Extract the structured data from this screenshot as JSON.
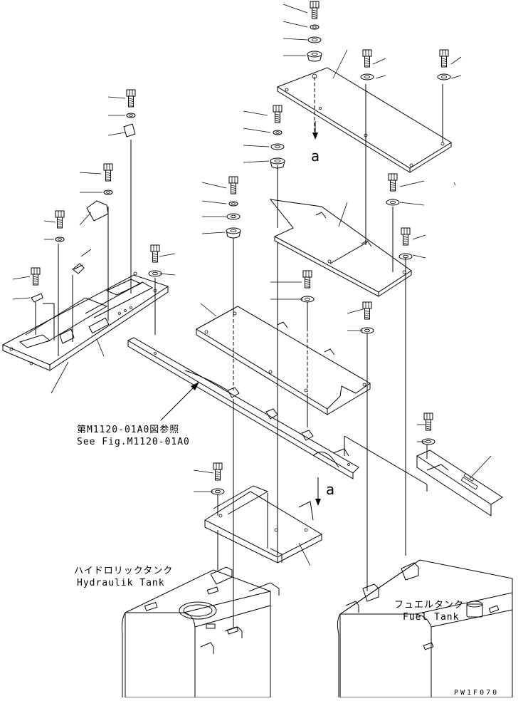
{
  "labels": {
    "ref_jp": "第M1120-01A0図参照",
    "ref_en": "See Fig.M1120-01A0",
    "hyd_jp": "ハイドロリックタンク",
    "hyd_en": "Hydraulik Tank",
    "fuel_jp": "フュエルタンク",
    "fuel_en": "Fuel Tank",
    "marker_a_upper": "a",
    "marker_a_lower": "a",
    "drawing_code": "PW1F070"
  },
  "icons": {
    "bolt": "bolt-icon",
    "washer": "washer-icon",
    "grommet": "grommet-icon",
    "clip": "clip-icon"
  }
}
